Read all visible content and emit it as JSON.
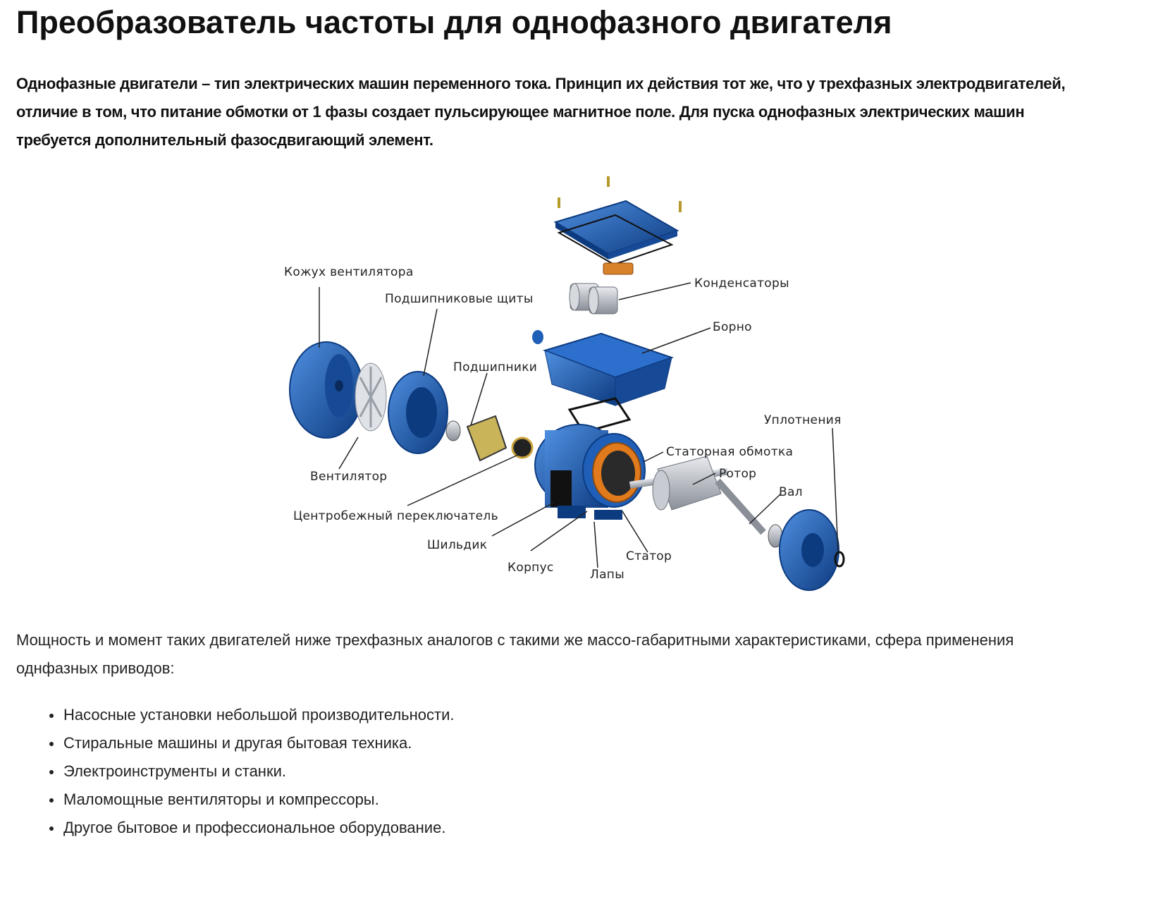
{
  "article": {
    "title": "Преобразователь частоты для однофазного двигателя",
    "lead": "Однофазные двигатели – тип электрических машин переменного тока. Принцип их действия тот же, что у трехфазных электродвигателей, отличие в том, что питание обмотки от 1 фазы создает пульсирующее магнитное поле. Для пуска однофазных электрических машин требуется дополнительный фазосдвигающий элемент.",
    "body": "Мощность и момент таких двигателей ниже трехфазных аналогов с такими же массо-габаритными характеристиками, сфера применения однфазных приводов:",
    "applications": [
      "Насосные установки небольшой производительности.",
      "Стиральные машины и другая бытовая техника.",
      "Электроинструменты и станки.",
      "Маломощные вентиляторы и компрессоры.",
      "Другое бытовое и профессиональное оборудование."
    ]
  },
  "diagram": {
    "labels": {
      "fan_cover": "Кожух вентилятора",
      "bearing_shields": "Подшипниковые щиты",
      "bearings": "Подшипники",
      "capacitors": "Конденсаторы",
      "terminal_box": "Борно",
      "seals": "Уплотнения",
      "stator_winding": "Статорная обмотка",
      "rotor": "Ротор",
      "shaft": "Вал",
      "fan": "Вентилятор",
      "centrifugal_switch": "Центробежный переключатель",
      "nameplate": "Шильдик",
      "housing": "Корпус",
      "feet": "Лапы",
      "stator": "Статор"
    },
    "colors": {
      "part_blue": "#1f5fb8",
      "part_dark": "#0d3b80",
      "winding_orange": "#e07a1c",
      "metal": "#b8bcc4",
      "leader": "#222222"
    }
  }
}
